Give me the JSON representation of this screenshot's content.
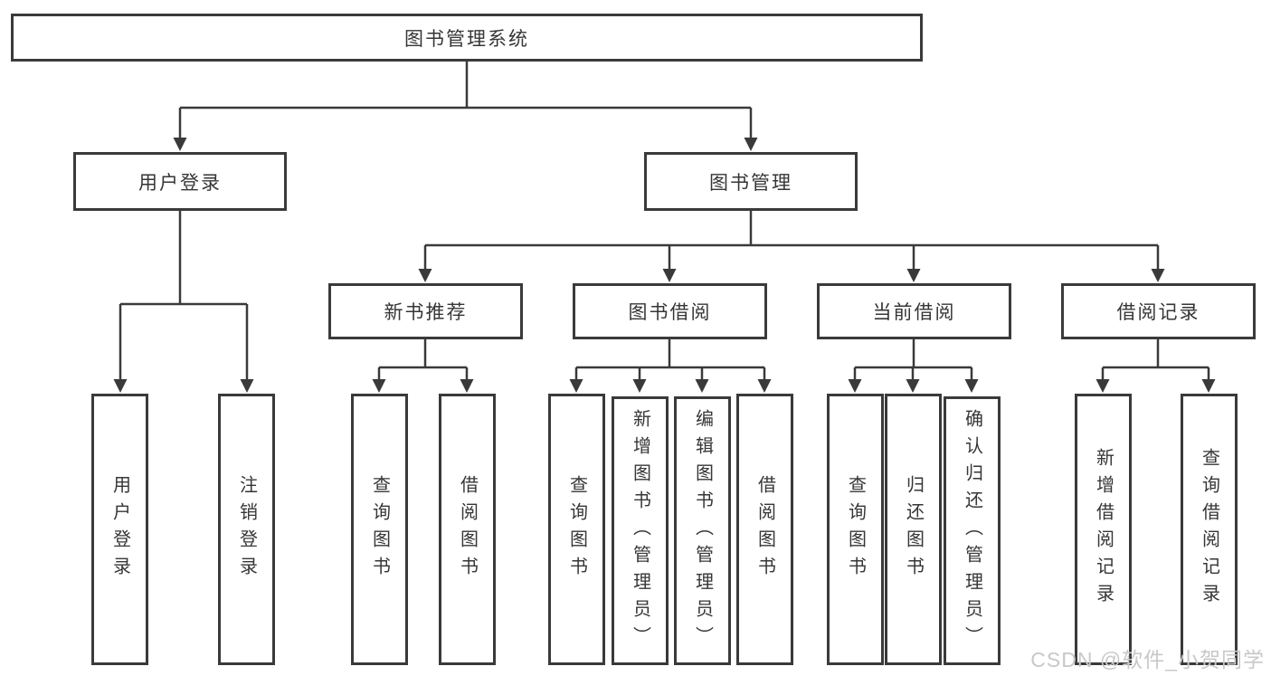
{
  "nodes": {
    "root": "图书管理系统",
    "user_login": "用户登录",
    "book_mgmt": "图书管理",
    "new_book_rec": "新书推荐",
    "book_borrow": "图书借阅",
    "current_borrow": "当前借阅",
    "borrow_record": "借阅记录",
    "leaf_user_login": "用户登录",
    "leaf_logout": "注销登录",
    "leaf_query_book_1": "查询图书",
    "leaf_borrow_book_1": "借阅图书",
    "leaf_query_book_2": "查询图书",
    "leaf_add_book": "新增图书（管理员）",
    "leaf_edit_book": "编辑图书（管理员）",
    "leaf_borrow_book_2": "借阅图书",
    "leaf_query_book_3": "查询图书",
    "leaf_return_book": "归还图书",
    "leaf_confirm_return": "确认归还（管理员）",
    "leaf_add_record": "新增借阅记录",
    "leaf_query_record": "查询借阅记录"
  },
  "structure": {
    "图书管理系统": [
      "用户登录",
      "图书管理"
    ],
    "用户登录": [
      "用户登录",
      "注销登录"
    ],
    "图书管理": [
      "新书推荐",
      "图书借阅",
      "当前借阅",
      "借阅记录"
    ],
    "新书推荐": [
      "查询图书",
      "借阅图书"
    ],
    "图书借阅": [
      "查询图书",
      "新增图书（管理员）",
      "编辑图书（管理员）",
      "借阅图书"
    ],
    "当前借阅": [
      "查询图书",
      "归还图书",
      "确认归还（管理员）"
    ],
    "借阅记录": [
      "新增借阅记录",
      "查询借阅记录"
    ]
  },
  "watermark": "CSDN @软件_小贺同学",
  "colors": {
    "line": "#3a3a3a",
    "text": "#363636",
    "watermark": "#c8c8c8",
    "background": "#ffffff"
  }
}
